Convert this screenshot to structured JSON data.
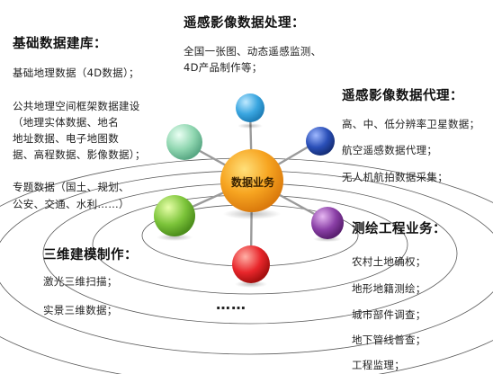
{
  "hub": {
    "label": "数据业务"
  },
  "sections": {
    "basic": {
      "title": "基础数据建库：",
      "lines": [
        "基础地理数据（4D数据）；",
        "公共地理空间框架数据建设",
        "（地理实体数据、地名",
        "地址数据、电子地图数",
        "据、高程数据、影像数据）；",
        "专题数据（国土、规划、",
        "公安、交通、水利……）"
      ]
    },
    "imaging": {
      "title": "遥感影像数据处理：",
      "lines": [
        "全国一张图、动态遥感监测、",
        "4D产品制作等；"
      ]
    },
    "agency": {
      "title": "遥感影像数据代理：",
      "lines": [
        "高、中、低分辨率卫星数据；",
        "航空遥感数据代理；",
        "无人机航拍数据采集；"
      ]
    },
    "modeling": {
      "title": "三维建模制作：",
      "lines": [
        "激光三维扫描；",
        "实景三维数据；"
      ]
    },
    "surveying": {
      "title": "测绘工程业务：",
      "lines": [
        "农村土地确权；",
        "地形地籍测绘；",
        "城市部件调查；",
        "地下管线普查；",
        "工程监理；"
      ]
    },
    "more": {
      "label": "……"
    }
  },
  "colors": {
    "hub": "#f39a1e",
    "blue": "#3aa6e0",
    "navy": "#2a4fb8",
    "purple": "#8a3fa6",
    "red": "#e8262b",
    "green": "#7cc43a",
    "mint": "#8fd6b0",
    "spoke": "#9a9a9a",
    "ring": "#5a5a5a"
  }
}
